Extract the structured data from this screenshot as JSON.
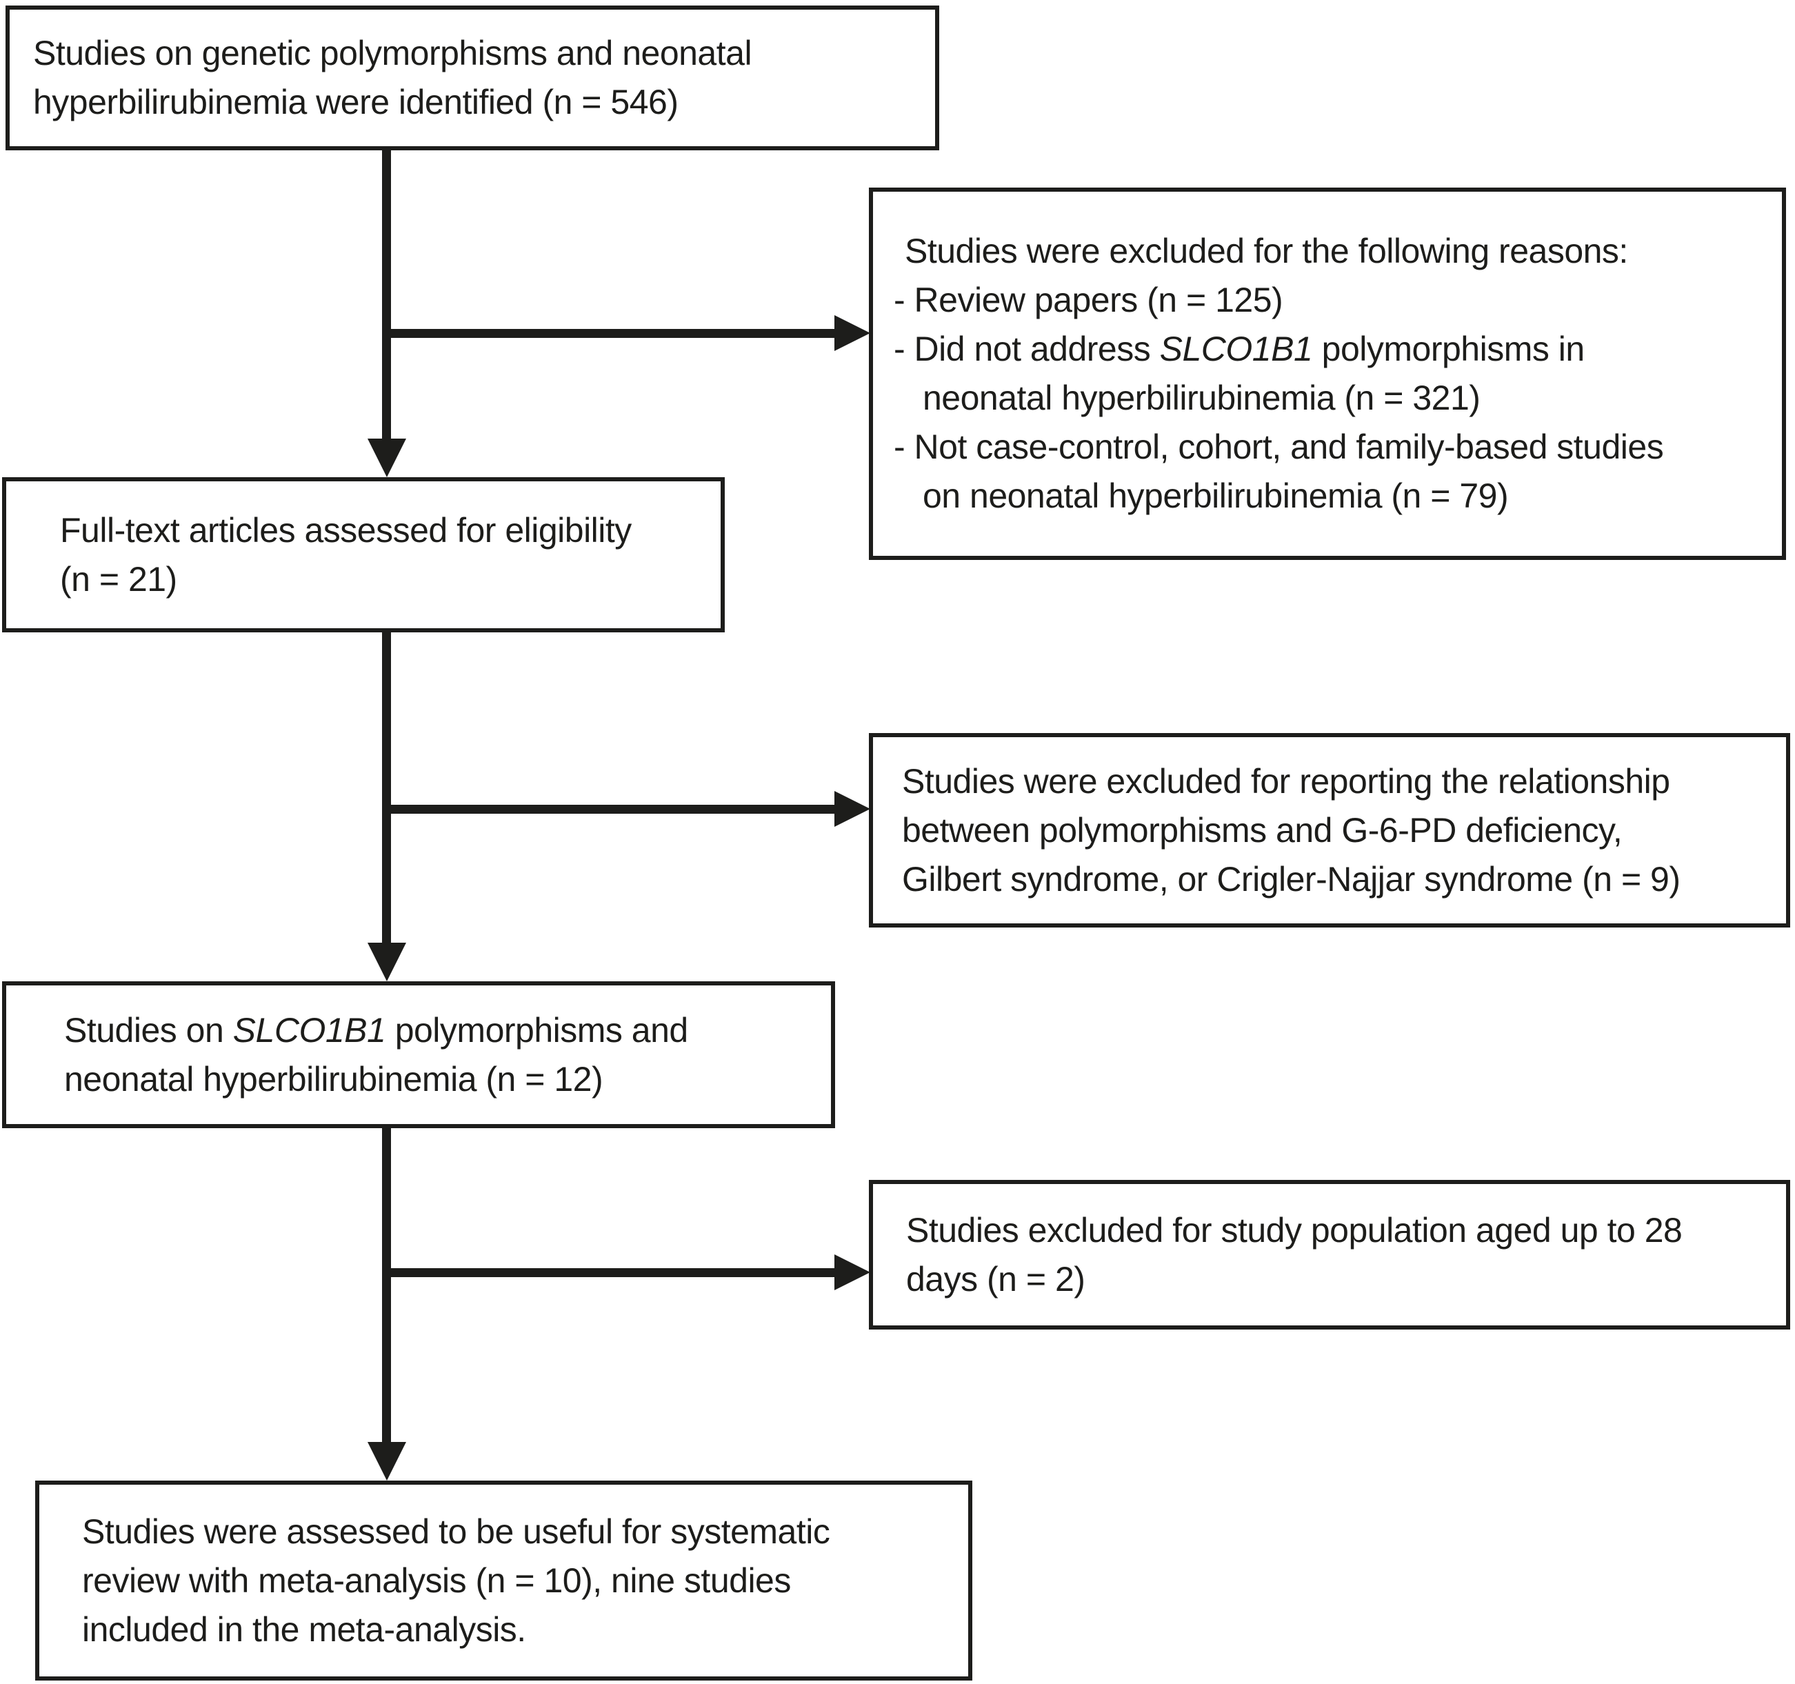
{
  "figure": {
    "type": "flowchart",
    "description": "Study selection flow diagram (PRISMA-style) for SLCO1B1 polymorphisms and neonatal hyperbilirubinemia meta-analysis",
    "background": "#ffffff",
    "ink_color": "#1d1d1b",
    "nodes": {
      "identified": {
        "lines": [
          {
            "runs": [
              {
                "t": "Studies on genetic polymorphisms and neonatal"
              }
            ]
          },
          {
            "runs": [
              {
                "t": "hyperbilirubinemia were identified (n = 546)"
              }
            ]
          }
        ]
      },
      "exclusion_initial": {
        "lines": [
          {
            "runs": [
              {
                "t": "Studies were excluded for the following reasons:"
              }
            ]
          },
          {
            "runs": [
              {
                "t": "- Review papers (n = 125)"
              }
            ]
          },
          {
            "runs": [
              {
                "t": "- Did not address "
              },
              {
                "t": "SLCO1B1",
                "i": true
              },
              {
                "t": " polymorphisms in"
              }
            ]
          },
          {
            "runs": [
              {
                "t": "neonatal hyperbilirubinemia (n = 321)"
              }
            ]
          },
          {
            "runs": [
              {
                "t": "- Not case-control, cohort, and family-based studies"
              }
            ]
          },
          {
            "runs": [
              {
                "t": "on neonatal hyperbilirubinemia (n = 79)"
              }
            ]
          }
        ]
      },
      "fulltext": {
        "lines": [
          {
            "runs": [
              {
                "t": "Full-text articles assessed for eligibility"
              }
            ]
          },
          {
            "runs": [
              {
                "t": "(n = 21)"
              }
            ]
          }
        ]
      },
      "exclusion_syndromes": {
        "lines": [
          {
            "runs": [
              {
                "t": "Studies were excluded for reporting the relationship"
              }
            ]
          },
          {
            "runs": [
              {
                "t": "between polymorphisms and G-6-PD deficiency,"
              }
            ]
          },
          {
            "runs": [
              {
                "t": "Gilbert syndrome, or Crigler-Najjar syndrome (n = 9)"
              }
            ]
          }
        ]
      },
      "slco1b1": {
        "lines": [
          {
            "runs": [
              {
                "t": "Studies on "
              },
              {
                "t": "SLCO1B1",
                "i": true
              },
              {
                "t": " polymorphisms and"
              }
            ]
          },
          {
            "runs": [
              {
                "t": "neonatal hyperbilirubinemia (n = 12)"
              }
            ]
          }
        ]
      },
      "exclusion_age": {
        "lines": [
          {
            "runs": [
              {
                "t": "Studies excluded for study population aged up to 28"
              }
            ]
          },
          {
            "runs": [
              {
                "t": "days (n = 2)"
              }
            ]
          }
        ]
      },
      "final": {
        "lines": [
          {
            "runs": [
              {
                "t": "Studies were assessed to be useful for systematic"
              }
            ]
          },
          {
            "runs": [
              {
                "t": "review with meta-analysis (n = 10), nine studies"
              }
            ]
          },
          {
            "runs": [
              {
                "t": "included in the meta-analysis."
              }
            ]
          }
        ]
      }
    },
    "counts": {
      "identified": 546,
      "excluded_review_papers": 125,
      "excluded_not_addressing_slco1b1": 321,
      "excluded_not_case_control_cohort_family_based": 79,
      "fulltext_assessed": 21,
      "excluded_g6pd_gilbert_crigler_najjar": 9,
      "slco1b1_studies": 12,
      "excluded_population_aged_up_to_28_days": 2,
      "useful_for_systematic_review": 10,
      "included_in_meta_analysis": "nine"
    }
  }
}
